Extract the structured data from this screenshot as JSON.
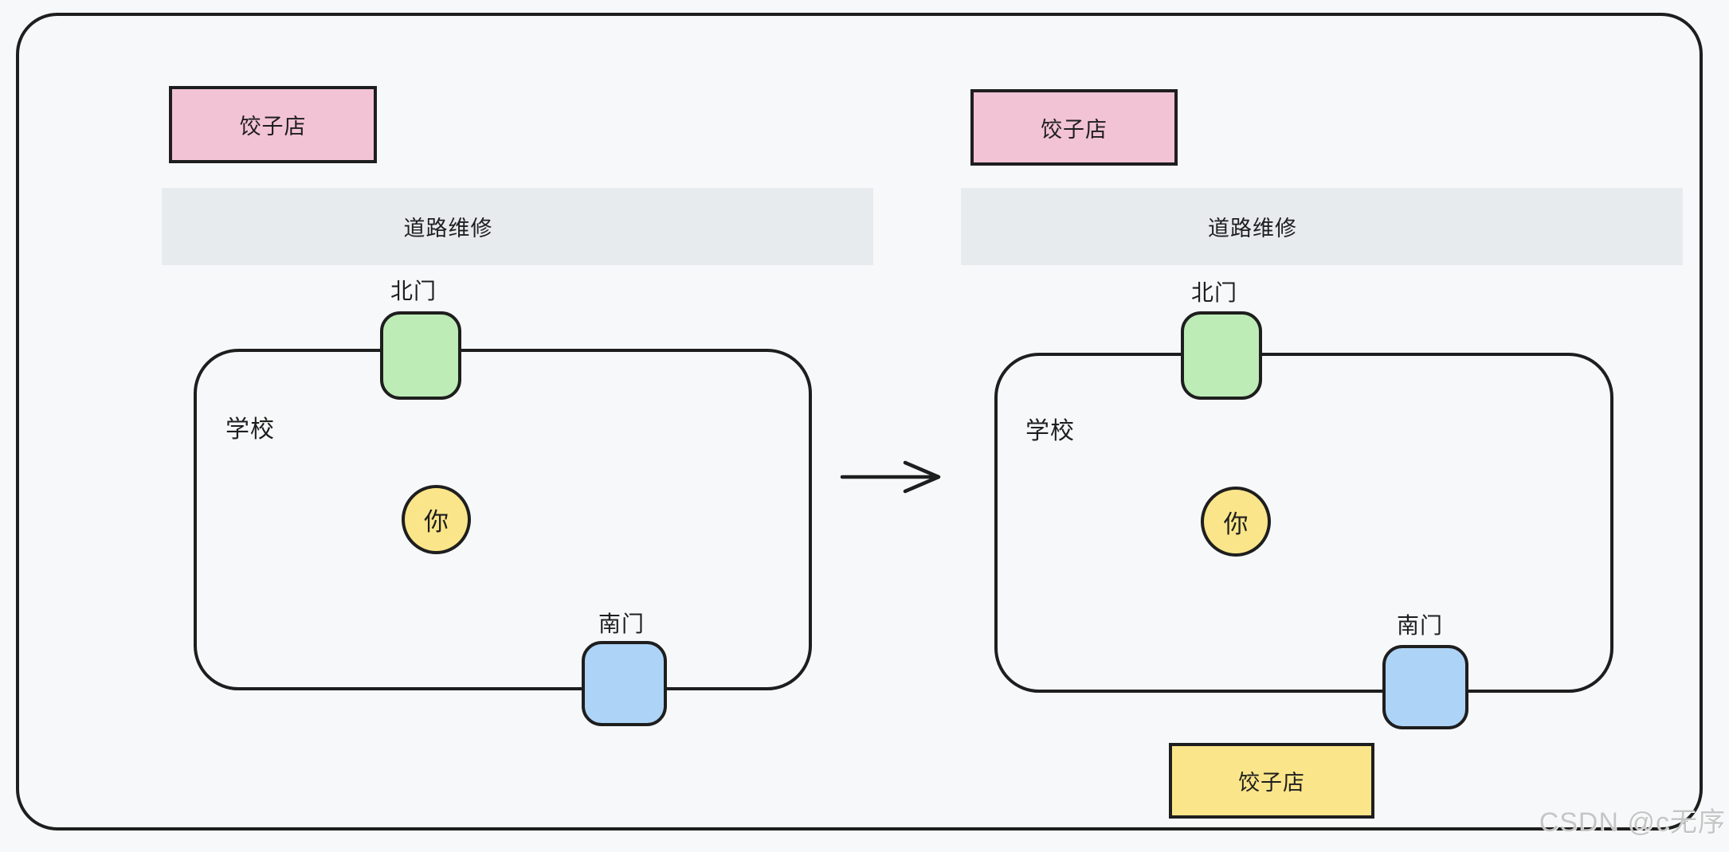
{
  "colors": {
    "background": "#f7f8f9",
    "stroke": "#1e1e1e",
    "shop_pink": "#f2c3d5",
    "shop_yellow": "#fae58a",
    "road_gray": "#e8ebee",
    "gate_green": "#bdecb6",
    "gate_blue": "#add4f7",
    "marker_yellow": "#fae58a",
    "watermark_gray": "#c6c6c6"
  },
  "scene_before": {
    "shop_top": "饺子店",
    "road": "道路维修",
    "north_gate_label": "北门",
    "school_label": "学校",
    "you_label": "你",
    "south_gate_label": "南门"
  },
  "scene_after": {
    "shop_top": "饺子店",
    "road": "道路维修",
    "north_gate_label": "北门",
    "school_label": "学校",
    "you_label": "你",
    "south_gate_label": "南门",
    "shop_south": "饺子店"
  },
  "watermark": {
    "text": "CSDN @c无序"
  }
}
